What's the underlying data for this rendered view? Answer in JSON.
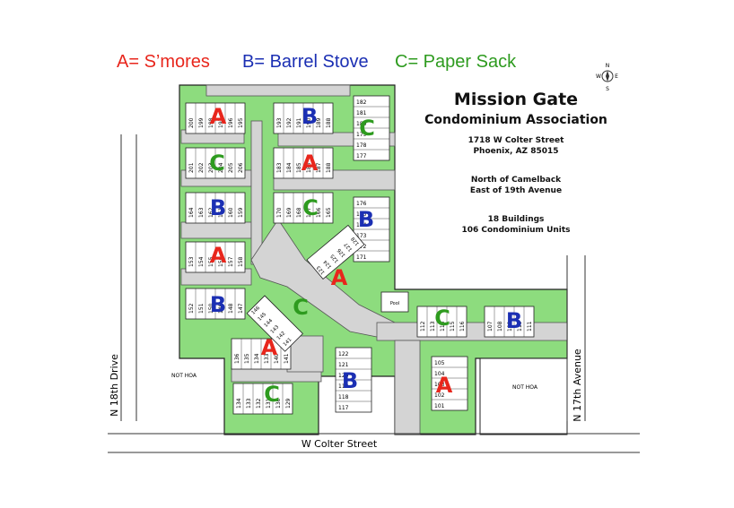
{
  "legend": {
    "a": {
      "text": "A= S’mores",
      "color": "#e8261c"
    },
    "b": {
      "text": "B= Barrel Stove",
      "color": "#1b2fb3"
    },
    "c": {
      "text": "C= Paper Sack",
      "color": "#2e9b1f"
    }
  },
  "header": {
    "title": "Mission Gate",
    "subtitle": "Condominium Association",
    "address1": "1718 W Colter Street",
    "address2": "Phoenix, AZ 85015",
    "loc1": "North of Camelback",
    "loc2": "East of 19th Avenue",
    "buildings": "18 Buildings",
    "units": "106 Condominium Units"
  },
  "compass": {
    "n": "N",
    "s": "S",
    "e": "E",
    "w": "W"
  },
  "streets": {
    "bottom": "W Colter Street",
    "left": "N 18th Drive",
    "right": "N 17th Avenue"
  },
  "areas": {
    "not_hoa": "NOT HOA",
    "pool": "Pool"
  },
  "colors": {
    "grass": "#8ddc7e",
    "road": "#d4d4d4",
    "outline": "#222222",
    "a": "#e8261c",
    "b": "#1b2fb3",
    "c": "#2e9b1f"
  },
  "markers": [
    {
      "letter": "A",
      "group": "a"
    },
    {
      "letter": "B",
      "group": "b"
    },
    {
      "letter": "C",
      "group": "c"
    },
    {
      "letter": "C",
      "group": "c"
    },
    {
      "letter": "A",
      "group": "a"
    },
    {
      "letter": "B",
      "group": "b"
    },
    {
      "letter": "C",
      "group": "c"
    },
    {
      "letter": "B",
      "group": "b"
    },
    {
      "letter": "A",
      "group": "a"
    },
    {
      "letter": "A",
      "group": "a"
    },
    {
      "letter": "B",
      "group": "b"
    },
    {
      "letter": "C",
      "group": "c"
    },
    {
      "letter": "C",
      "group": "c"
    },
    {
      "letter": "B",
      "group": "b"
    },
    {
      "letter": "A",
      "group": "a"
    },
    {
      "letter": "B",
      "group": "b"
    },
    {
      "letter": "C",
      "group": "c"
    },
    {
      "letter": "A",
      "group": "a"
    }
  ],
  "unit_rows": [
    [
      "200",
      "199",
      "198",
      "197",
      "196",
      "195"
    ],
    [
      "193",
      "192",
      "191",
      "190",
      "189",
      "188"
    ],
    [
      "201",
      "202",
      "203",
      "204",
      "205",
      "206"
    ],
    [
      "183",
      "184",
      "185",
      "186",
      "187",
      "188"
    ],
    [
      "164",
      "163",
      "162",
      "161",
      "160",
      "159"
    ],
    [
      "170",
      "169",
      "168",
      "167",
      "166",
      "165"
    ],
    [
      "153",
      "154",
      "155",
      "156",
      "157",
      "158"
    ],
    [
      "152",
      "151",
      "150",
      "149",
      "148",
      "147"
    ],
    [
      "136",
      "135",
      "134",
      "133",
      "140",
      "141"
    ],
    [
      "134",
      "133",
      "132",
      "131",
      "130",
      "129"
    ],
    [
      "112",
      "113",
      "114",
      "115",
      "116"
    ],
    [
      "107",
      "108",
      "109",
      "110",
      "111"
    ]
  ],
  "unit_stacks": [
    [
      "182",
      "181",
      "180",
      "179",
      "178",
      "177"
    ],
    [
      "176",
      "175",
      "174",
      "173",
      "172",
      "171"
    ],
    [
      "122",
      "121",
      "120",
      "119",
      "118",
      "117"
    ],
    [
      "105",
      "104",
      "103",
      "102",
      "101"
    ]
  ],
  "diag_units": [
    [
      "123",
      "124",
      "125",
      "126",
      "127",
      "128"
    ],
    [
      "146",
      "145",
      "144",
      "143",
      "142",
      "141"
    ]
  ]
}
